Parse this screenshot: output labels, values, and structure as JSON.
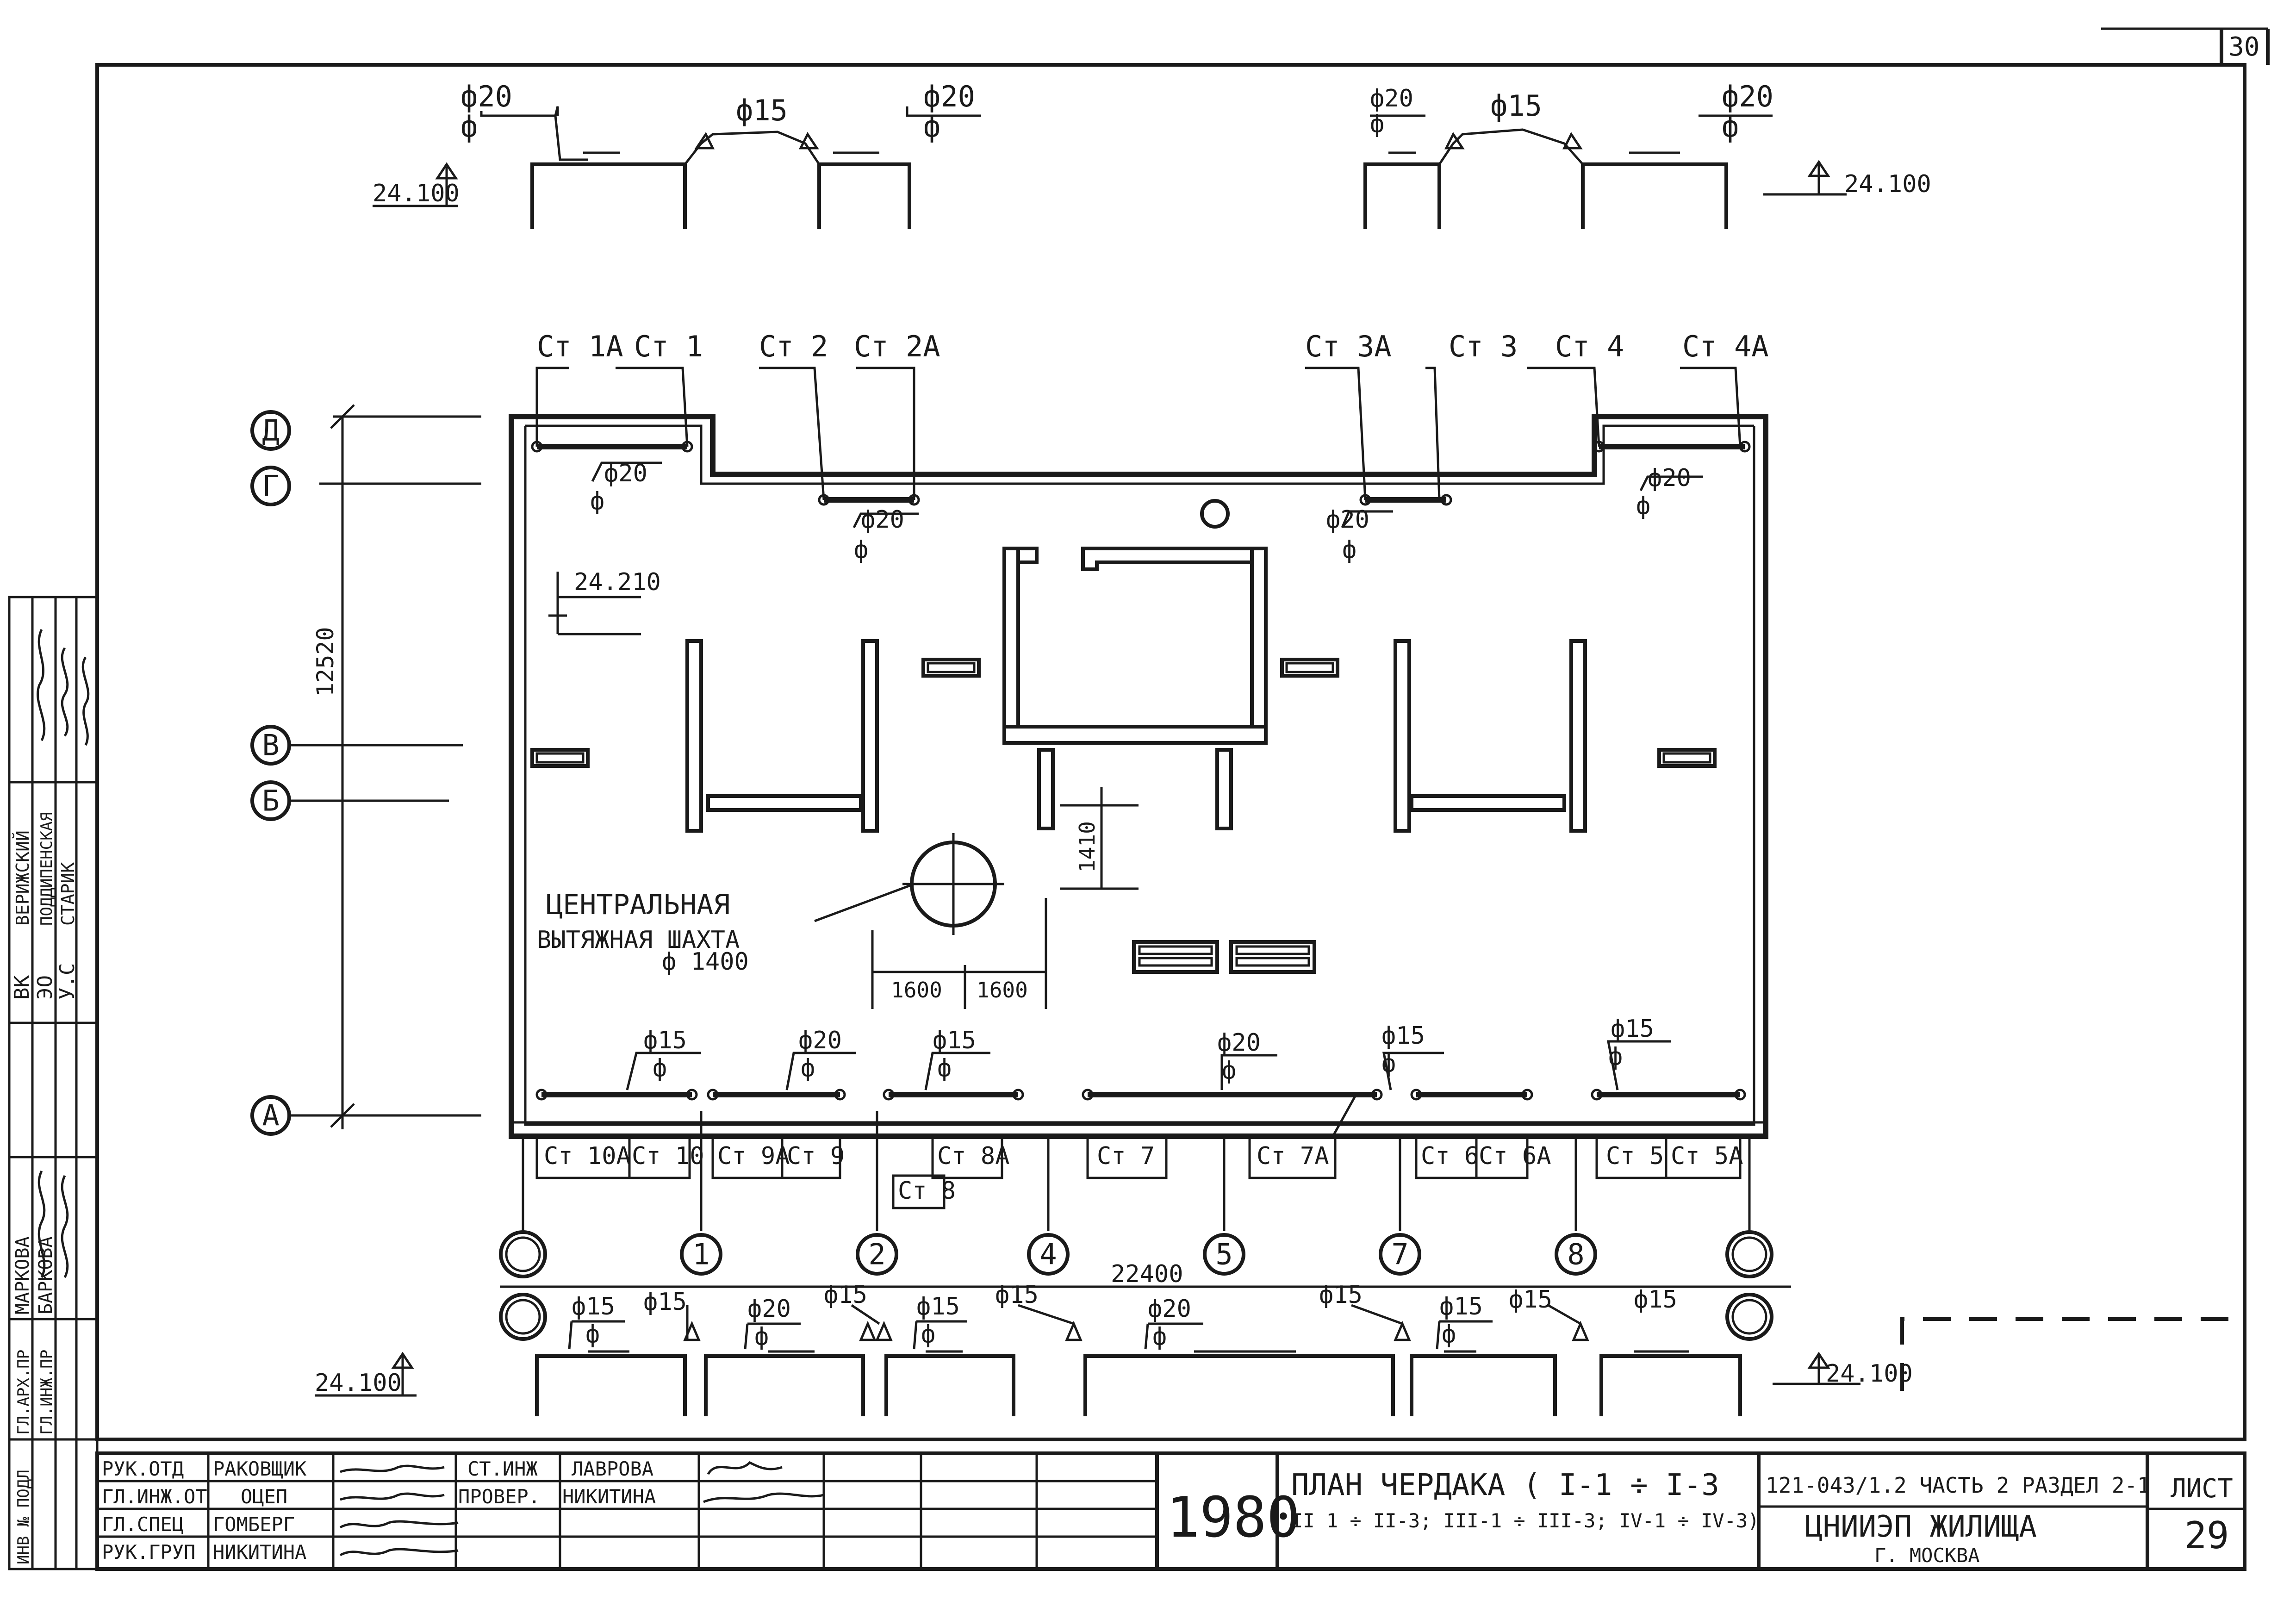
{
  "sheet_corner_number": "30",
  "risers": {
    "top": [
      "Ст 1А",
      "Ст 1",
      "Ст 2",
      "Ст 2А",
      "Ст 3А",
      "Ст 3",
      "Ст 4",
      "Ст 4А"
    ],
    "bottom": [
      "Ст 10А",
      "Ст 10",
      "Ст 9А",
      "Ст 9",
      "Ст 8А",
      "Ст 8",
      "Ст 7",
      "Ст 7А",
      "Ст 6",
      "Ст 6А",
      "Ст 5",
      "Ст 5А"
    ]
  },
  "axes": {
    "rows": [
      "Д",
      "Г",
      "В",
      "Б",
      "А"
    ],
    "columns": [
      "1",
      "2",
      "4",
      "5",
      "7",
      "8"
    ]
  },
  "dimensions": {
    "height_total": "12520",
    "width_total": "22400",
    "shaft_offset": "1410",
    "shaft_left": "1600",
    "shaft_right": "1600"
  },
  "elevations": {
    "top_left": "24.100",
    "top_right": "24.100",
    "inner": "24.210",
    "bottom_left": "24.100",
    "bottom_right": "24.100"
  },
  "pipe_labels": {
    "d20": "ф20",
    "d15": "ф15",
    "phi": "ф"
  },
  "shaft": {
    "line1": "ЦЕНТРАЛЬНАЯ",
    "line2": "ВЫТЯЖНАЯ ШАХТА",
    "line3": "ф 1400"
  },
  "side_stamp": {
    "col1": [
      "ВК",
      "ЭО",
      "У.С"
    ],
    "col2": [
      "ВЕРИЖСКИЙ",
      "ПОДДИПЕНСКАЯ",
      "СТАРИК"
    ],
    "col3": [
      "МАРКОВА",
      "БАРКОВА"
    ],
    "col4": [
      "ГЛ.АРХ.ПР",
      "ГЛ.ИНЖ.ПР"
    ],
    "inv": "ИНВ № ПОДЛ"
  },
  "title_block": {
    "staff": [
      {
        "role": "РУК.ОТД",
        "name": "РАКОВЩИК"
      },
      {
        "role": "ГЛ.ИНЖ.ОТ",
        "name": "ОЦЕП"
      },
      {
        "role": "ГЛ.СПЕЦ",
        "name": "ГОМБЕРГ"
      },
      {
        "role": "РУК.ГРУП",
        "name": "НИКИТИНА"
      }
    ],
    "staff2": [
      {
        "role": "СТ.ИНЖ",
        "name": "ЛАВРОВА"
      },
      {
        "role": "ПРОВЕР.",
        "name": "НИКИТИНА"
      }
    ],
    "year": "1980",
    "title_line1": "ПЛАН ЧЕРДАКА ( I-1 ÷ I-3",
    "title_line2": "II 1 ÷ II-3; III-1 ÷ III-3; IV-1 ÷ IV-3)",
    "project_code": "121-043/1.2 ЧАСТЬ 2 РАЗДЕЛ 2-1",
    "org_line1": "ЦНИИЭП ЖИЛИЩА",
    "org_line2": "Г. МОСКВА",
    "sheet_label": "ЛИСТ",
    "sheet_number": "29"
  }
}
